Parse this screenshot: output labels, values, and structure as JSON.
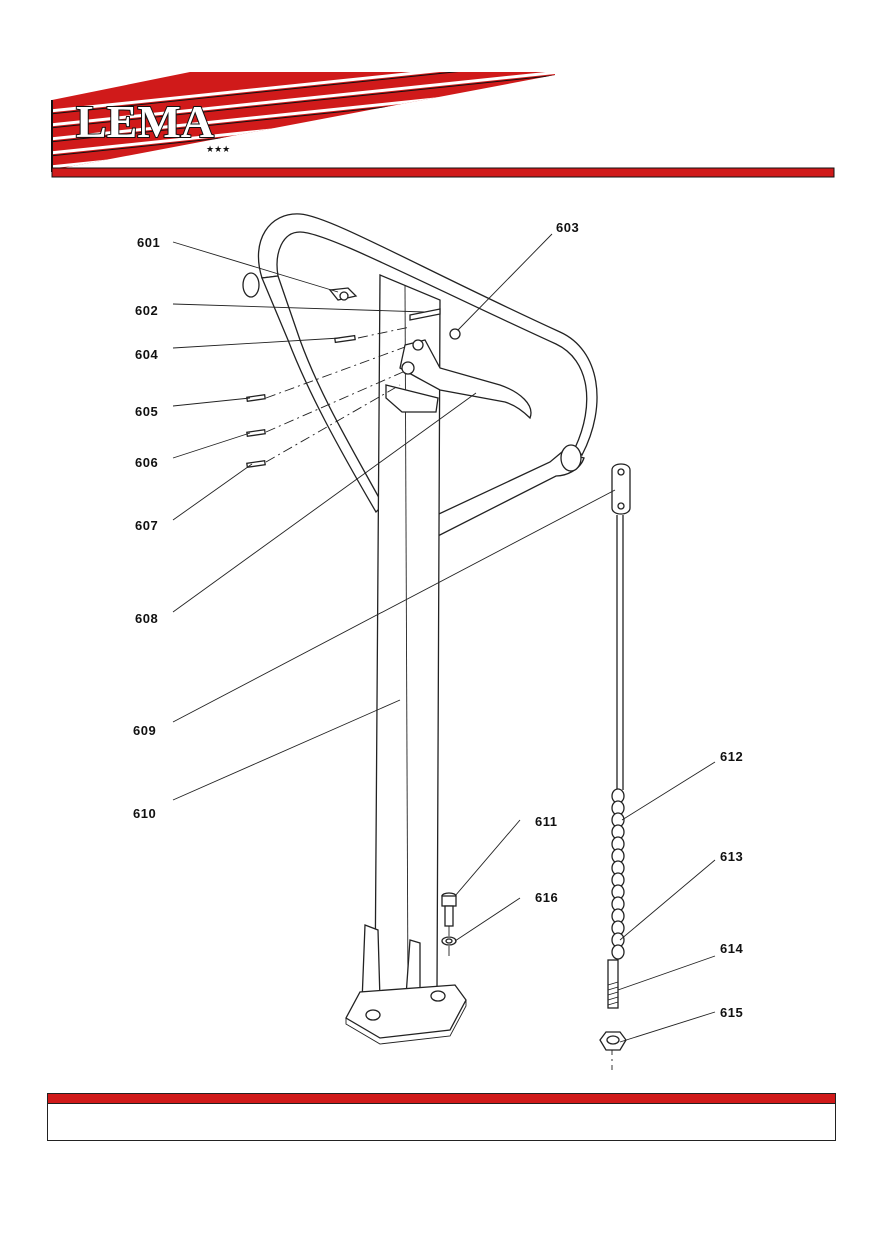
{
  "brand": {
    "name": "LEMA",
    "stars": "★★★",
    "colors": {
      "red": "#d01a1a",
      "dark": "#111111",
      "stripe_light": "#ffffff"
    }
  },
  "diagram": {
    "part_labels": [
      "601",
      "602",
      "603",
      "604",
      "605",
      "606",
      "607",
      "608",
      "609",
      "610",
      "611",
      "612",
      "613",
      "614",
      "615",
      "616"
    ]
  }
}
